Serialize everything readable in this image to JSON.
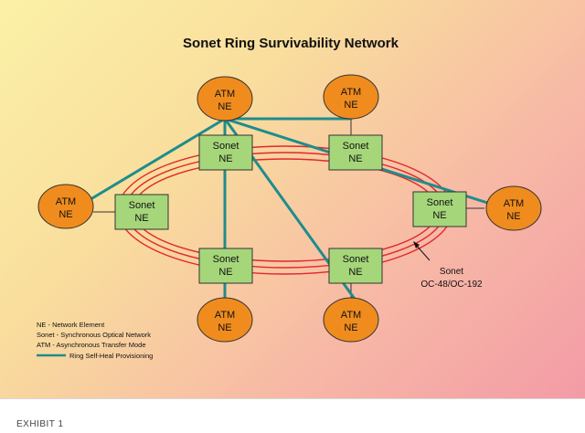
{
  "title": "Sonet Ring Survivability Network",
  "nodes": {
    "atm_top_left": [
      "ATM",
      "NE"
    ],
    "atm_top_right": [
      "ATM",
      "NE"
    ],
    "atm_left": [
      "ATM",
      "NE"
    ],
    "atm_right": [
      "ATM",
      "NE"
    ],
    "atm_bottom_left": [
      "ATM",
      "NE"
    ],
    "atm_bottom_right": [
      "ATM",
      "NE"
    ],
    "sonet_top_left": [
      "Sonet",
      "NE"
    ],
    "sonet_top_right": [
      "Sonet",
      "NE"
    ],
    "sonet_left": [
      "Sonet",
      "NE"
    ],
    "sonet_right": [
      "Sonet",
      "NE"
    ],
    "sonet_bottom_left": [
      "Sonet",
      "NE"
    ],
    "sonet_bottom_right": [
      "Sonet",
      "NE"
    ]
  },
  "ring_annotation": [
    "Sonet",
    "OC-48/OC-192"
  ],
  "legend": {
    "items": [
      "NE - Network Element",
      "Sonet - Synchronous Optical Network",
      "ATM - Asynchronous Transfer Mode"
    ],
    "line_label": "Ring Self-Heal Provisioning",
    "line_color": "#1f8c8c"
  },
  "caption": "EXHIBIT 1",
  "colors": {
    "atm_fill": "#f08c1e",
    "sonet_fill": "#a6d67a",
    "ring": "#e0282e",
    "link": "#1f8c8c"
  }
}
